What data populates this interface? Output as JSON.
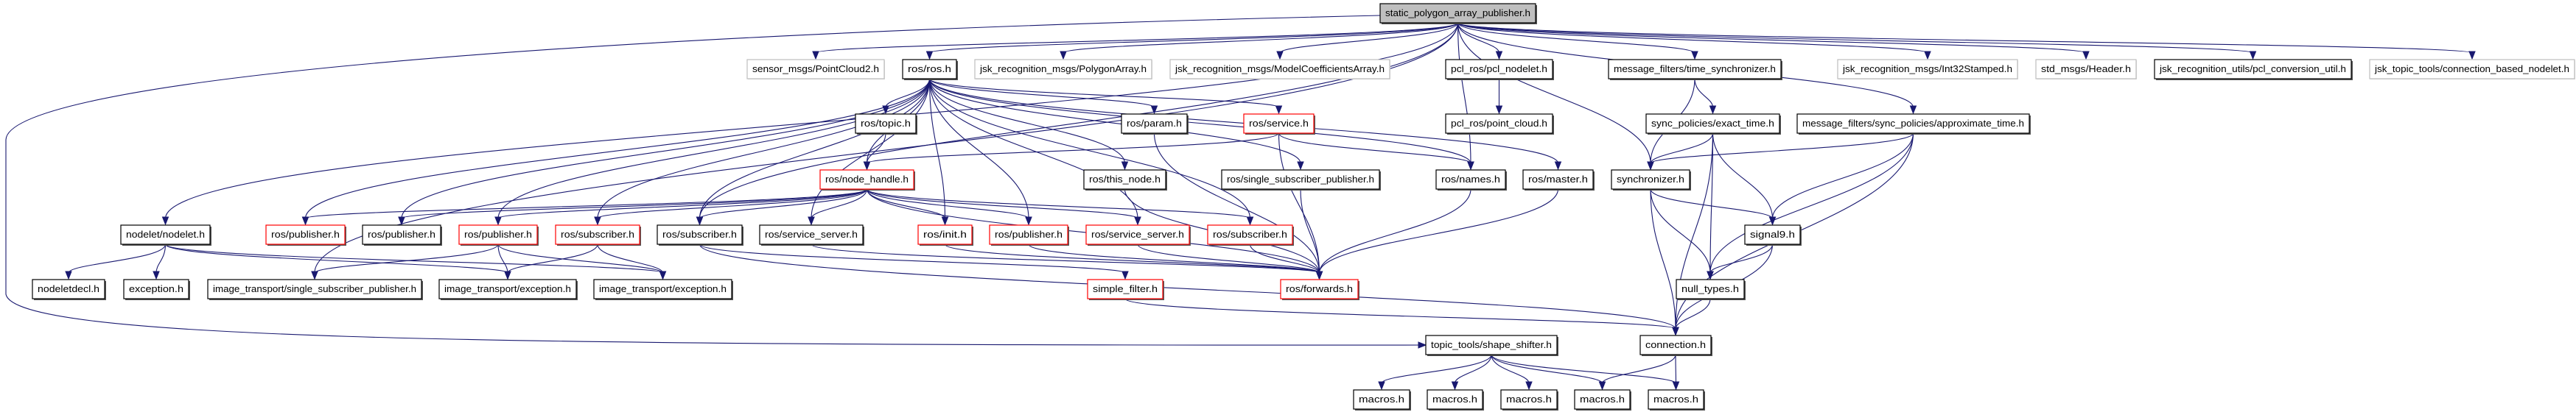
{
  "colors": {
    "edge": "#191970",
    "root_fill": "#bfbfbf",
    "red_border": "#ff0000",
    "black_border": "#000000",
    "gray_border": "#bfbfbf",
    "shadow": "#555555"
  },
  "nodes": [
    {
      "id": "root",
      "label": "static_polygon_array_publisher.h",
      "style": "root"
    },
    {
      "id": "pointcloud2",
      "label": "sensor_msgs/PointCloud2.h",
      "style": "gray"
    },
    {
      "id": "ros_ros",
      "label": "ros/ros.h",
      "style": "black"
    },
    {
      "id": "polygon_array",
      "label": "jsk_recognition_msgs/PolygonArray.h",
      "style": "gray"
    },
    {
      "id": "model_coeff",
      "label": "jsk_recognition_msgs/ModelCoefficientsArray.h",
      "style": "gray"
    },
    {
      "id": "pcl_nodelet",
      "label": "pcl_ros/pcl_nodelet.h",
      "style": "black"
    },
    {
      "id": "time_sync",
      "label": "message_filters/time_synchronizer.h",
      "style": "black"
    },
    {
      "id": "int32stamped",
      "label": "jsk_recognition_msgs/Int32Stamped.h",
      "style": "gray"
    },
    {
      "id": "header",
      "label": "std_msgs/Header.h",
      "style": "gray"
    },
    {
      "id": "pcl_conv",
      "label": "jsk_recognition_utils/pcl_conversion_util.h",
      "style": "black"
    },
    {
      "id": "conn_nodelet",
      "label": "jsk_topic_tools/connection_based_nodelet.h",
      "style": "gray"
    },
    {
      "id": "ros_topic",
      "label": "ros/topic.h",
      "style": "black"
    },
    {
      "id": "ros_param",
      "label": "ros/param.h",
      "style": "black"
    },
    {
      "id": "ros_service",
      "label": "ros/service.h",
      "style": "red"
    },
    {
      "id": "point_cloud",
      "label": "pcl_ros/point_cloud.h",
      "style": "black"
    },
    {
      "id": "exact_time",
      "label": "sync_policies/exact_time.h",
      "style": "black"
    },
    {
      "id": "approx_time",
      "label": "message_filters/sync_policies/approximate_time.h",
      "style": "black"
    },
    {
      "id": "node_handle",
      "label": "ros/node_handle.h",
      "style": "red"
    },
    {
      "id": "this_node",
      "label": "ros/this_node.h",
      "style": "black"
    },
    {
      "id": "ssp",
      "label": "ros/single_subscriber_publisher.h",
      "style": "black"
    },
    {
      "id": "names",
      "label": "ros/names.h",
      "style": "black"
    },
    {
      "id": "master",
      "label": "ros/master.h",
      "style": "black"
    },
    {
      "id": "synchronizer",
      "label": "synchronizer.h",
      "style": "black"
    },
    {
      "id": "nodelet",
      "label": "nodelet/nodelet.h",
      "style": "black"
    },
    {
      "id": "pub1",
      "label": "ros/publisher.h",
      "style": "red"
    },
    {
      "id": "pub2",
      "label": "ros/publisher.h",
      "style": "black"
    },
    {
      "id": "pub3",
      "label": "ros/publisher.h",
      "style": "red"
    },
    {
      "id": "sub1",
      "label": "ros/subscriber.h",
      "style": "red"
    },
    {
      "id": "sub2",
      "label": "ros/subscriber.h",
      "style": "black"
    },
    {
      "id": "srv1",
      "label": "ros/service_server.h",
      "style": "black"
    },
    {
      "id": "init",
      "label": "ros/init.h",
      "style": "red"
    },
    {
      "id": "pub4",
      "label": "ros/publisher.h",
      "style": "red"
    },
    {
      "id": "srv2",
      "label": "ros/service_server.h",
      "style": "red"
    },
    {
      "id": "sub3",
      "label": "ros/subscriber.h",
      "style": "red"
    },
    {
      "id": "signal9",
      "label": "signal9.h",
      "style": "black"
    },
    {
      "id": "nodeletdecl",
      "label": "nodeletdecl.h",
      "style": "black"
    },
    {
      "id": "exception",
      "label": "exception.h",
      "style": "black"
    },
    {
      "id": "it_ssp",
      "label": "image_transport/single_subscriber_publisher.h",
      "style": "black"
    },
    {
      "id": "it_exc1",
      "label": "image_transport/exception.h",
      "style": "black"
    },
    {
      "id": "it_exc2",
      "label": "image_transport/exception.h",
      "style": "black"
    },
    {
      "id": "simple_filter",
      "label": "simple_filter.h",
      "style": "red"
    },
    {
      "id": "forwards",
      "label": "ros/forwards.h",
      "style": "red"
    },
    {
      "id": "null_types",
      "label": "null_types.h",
      "style": "black"
    },
    {
      "id": "shape_shifter",
      "label": "topic_tools/shape_shifter.h",
      "style": "black"
    },
    {
      "id": "connection",
      "label": "connection.h",
      "style": "black"
    },
    {
      "id": "macros1",
      "label": "macros.h",
      "style": "black"
    },
    {
      "id": "macros2",
      "label": "macros.h",
      "style": "black"
    },
    {
      "id": "macros3",
      "label": "macros.h",
      "style": "black"
    },
    {
      "id": "macros4",
      "label": "macros.h",
      "style": "black"
    },
    {
      "id": "macros5",
      "label": "macros.h",
      "style": "black"
    }
  ],
  "edges": [
    [
      "root",
      "pointcloud2"
    ],
    [
      "root",
      "ros_ros"
    ],
    [
      "root",
      "polygon_array"
    ],
    [
      "root",
      "model_coeff"
    ],
    [
      "root",
      "pcl_nodelet"
    ],
    [
      "root",
      "time_sync"
    ],
    [
      "root",
      "int32stamped"
    ],
    [
      "root",
      "header"
    ],
    [
      "root",
      "pcl_conv"
    ],
    [
      "root",
      "conn_nodelet"
    ],
    [
      "root",
      "nodelet"
    ],
    [
      "root",
      "it_ssp"
    ],
    [
      "root",
      "shape_shifter"
    ],
    [
      "root",
      "sub2"
    ],
    [
      "root",
      "names"
    ],
    [
      "root",
      "synchronizer"
    ],
    [
      "root",
      "approx_time"
    ],
    [
      "ros_ros",
      "pub1"
    ],
    [
      "ros_ros",
      "pub2"
    ],
    [
      "ros_ros",
      "pub3"
    ],
    [
      "ros_ros",
      "sub1"
    ],
    [
      "ros_ros",
      "sub2"
    ],
    [
      "ros_ros",
      "srv1"
    ],
    [
      "ros_ros",
      "node_handle"
    ],
    [
      "ros_ros",
      "ros_topic"
    ],
    [
      "ros_ros",
      "init"
    ],
    [
      "ros_ros",
      "pub4"
    ],
    [
      "ros_ros",
      "srv2"
    ],
    [
      "ros_ros",
      "sub3"
    ],
    [
      "ros_ros",
      "ros_param"
    ],
    [
      "ros_ros",
      "ros_service"
    ],
    [
      "ros_ros",
      "this_node"
    ],
    [
      "ros_ros",
      "ssp"
    ],
    [
      "ros_ros",
      "names"
    ],
    [
      "ros_ros",
      "master"
    ],
    [
      "node_handle",
      "pub1"
    ],
    [
      "node_handle",
      "pub2"
    ],
    [
      "node_handle",
      "pub3"
    ],
    [
      "node_handle",
      "sub1"
    ],
    [
      "node_handle",
      "sub2"
    ],
    [
      "node_handle",
      "srv1"
    ],
    [
      "node_handle",
      "init"
    ],
    [
      "node_handle",
      "pub4"
    ],
    [
      "node_handle",
      "srv2"
    ],
    [
      "node_handle",
      "sub3"
    ],
    [
      "node_handle",
      "forwards"
    ],
    [
      "ros_topic",
      "node_handle"
    ],
    [
      "ros_service",
      "node_handle"
    ],
    [
      "ros_service",
      "names"
    ],
    [
      "ros_service",
      "forwards"
    ],
    [
      "ros_param",
      "forwards"
    ],
    [
      "this_node",
      "forwards"
    ],
    [
      "ssp",
      "forwards"
    ],
    [
      "names",
      "forwards"
    ],
    [
      "master",
      "forwards"
    ],
    [
      "init",
      "forwards"
    ],
    [
      "pub4",
      "forwards"
    ],
    [
      "srv2",
      "forwards"
    ],
    [
      "sub3",
      "forwards"
    ],
    [
      "srv1",
      "forwards"
    ],
    [
      "sub2",
      "simple_filter"
    ],
    [
      "sub2",
      "connection"
    ],
    [
      "simple_filter",
      "connection"
    ],
    [
      "nodelet",
      "nodeletdecl"
    ],
    [
      "nodelet",
      "exception"
    ],
    [
      "nodelet",
      "it_exc1"
    ],
    [
      "nodelet",
      "it_exc2"
    ],
    [
      "pub3",
      "it_ssp"
    ],
    [
      "pub3",
      "it_exc1"
    ],
    [
      "pub3",
      "it_exc2"
    ],
    [
      "sub1",
      "it_exc1"
    ],
    [
      "sub1",
      "it_exc2"
    ],
    [
      "pcl_nodelet",
      "point_cloud"
    ],
    [
      "time_sync",
      "synchronizer"
    ],
    [
      "time_sync",
      "exact_time"
    ],
    [
      "exact_time",
      "synchronizer"
    ],
    [
      "exact_time",
      "signal9"
    ],
    [
      "exact_time",
      "null_types"
    ],
    [
      "exact_time",
      "connection"
    ],
    [
      "approx_time",
      "synchronizer"
    ],
    [
      "approx_time",
      "signal9"
    ],
    [
      "approx_time",
      "null_types"
    ],
    [
      "approx_time",
      "connection"
    ],
    [
      "synchronizer",
      "connection"
    ],
    [
      "synchronizer",
      "null_types"
    ],
    [
      "synchronizer",
      "signal9"
    ],
    [
      "signal9",
      "null_types"
    ],
    [
      "signal9",
      "connection"
    ],
    [
      "null_types",
      "connection"
    ],
    [
      "shape_shifter",
      "macros1"
    ],
    [
      "shape_shifter",
      "macros2"
    ],
    [
      "shape_shifter",
      "macros3"
    ],
    [
      "shape_shifter",
      "macros4"
    ],
    [
      "shape_shifter",
      "macros5"
    ],
    [
      "connection",
      "macros4"
    ],
    [
      "connection",
      "macros5"
    ]
  ]
}
